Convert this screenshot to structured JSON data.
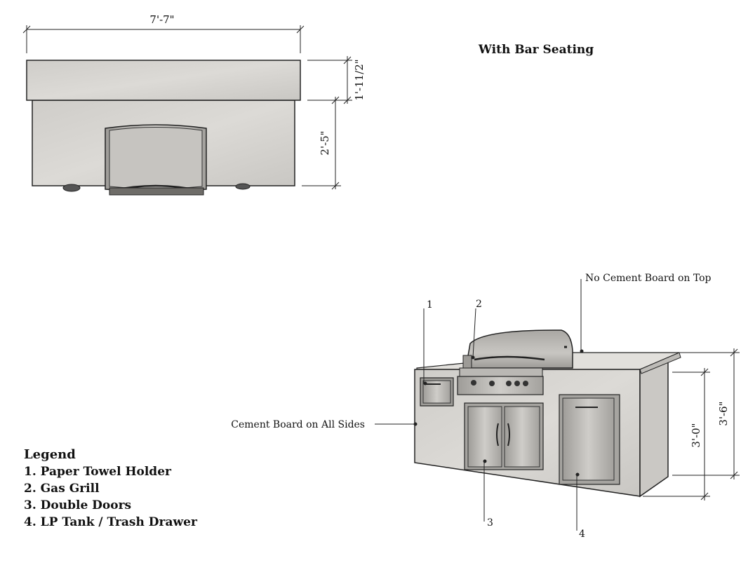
{
  "title": "With Bar Seating",
  "plan_view": {
    "width_dim": "7'-7\"",
    "counter_depth_dim": "1'-11/2\"",
    "base_depth_dim": "2'-5\""
  },
  "elevation_view": {
    "callouts": {
      "no_cement_top": "No Cement Board on Top",
      "cement_all_sides": "Cement Board on All Sides"
    },
    "markers": [
      "1",
      "2",
      "3",
      "4"
    ],
    "height_dims": {
      "inner": "3'-0\"",
      "outer": "3'-6\""
    }
  },
  "legend": {
    "title": "Legend",
    "items": [
      "1. Paper Towel Holder",
      "2. Gas Grill",
      "3. Double Doors",
      "4. LP Tank / Trash Drawer"
    ]
  },
  "colors": {
    "stucco": "#d9d7d3",
    "stucco_dark": "#bdbbb7",
    "steel": "#b8b6b2",
    "line": "#222222"
  }
}
